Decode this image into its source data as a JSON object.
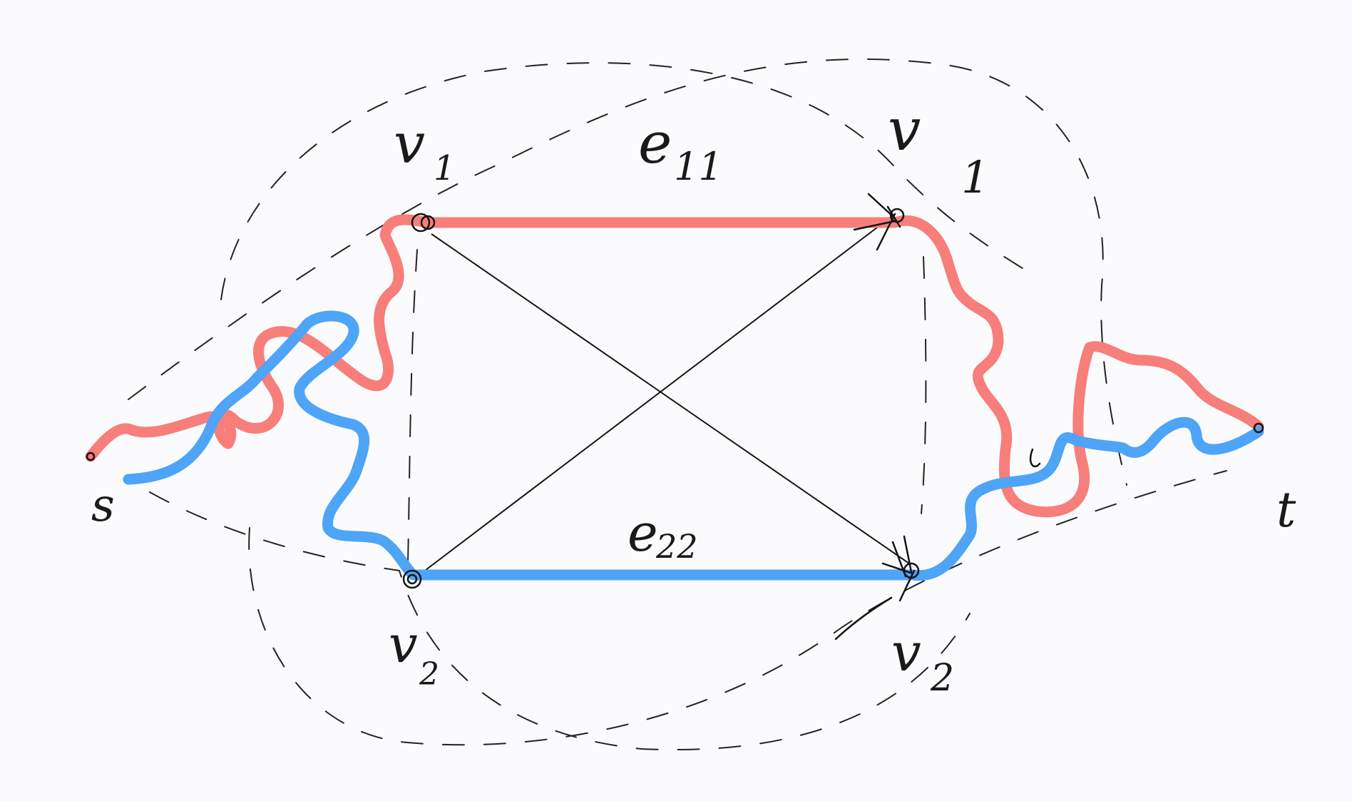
{
  "colors": {
    "background": "#fbfbfd",
    "ink": "#141414",
    "red_path": "#f77e7b",
    "blue_path": "#4ea4f7",
    "dashed": "#222222"
  },
  "labels": {
    "s": "s",
    "t": "t",
    "u1": "v",
    "u1_sub": "1",
    "v1": "v",
    "v1_sub": "1",
    "u2": "v",
    "u2_sub": "2",
    "v2": "v",
    "v2_sub": "2",
    "e11": "e",
    "e11_sub": "11",
    "e22": "e",
    "e22_sub": "22"
  }
}
